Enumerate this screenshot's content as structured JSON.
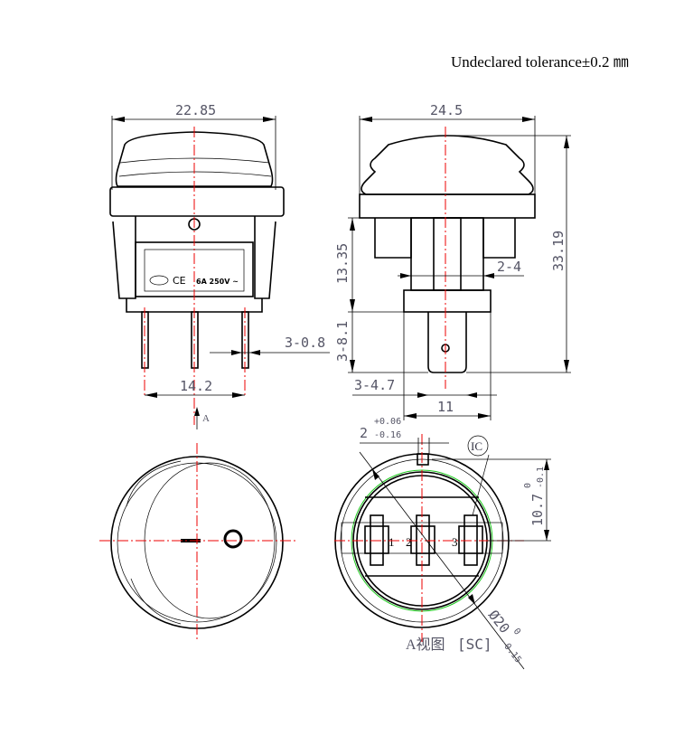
{
  "note": "Undeclared tolerance±0.2 ㎜",
  "dimensions": {
    "front_width": "22.85",
    "side_width": "24.5",
    "total_height": "33.19",
    "body_height": "13.35",
    "bracket": "2-4",
    "pin_thickness": "3-0.8",
    "pin_length": "3-8.1",
    "pin_width": "3-4.7",
    "pin_span_side": "11",
    "pin_pitch": "14.2",
    "key_width": "2",
    "key_tol_upper": "+0.06",
    "key_tol_lower": "-0.16",
    "key_depth": "10.7",
    "key_depth_tol_upper": "0",
    "key_depth_tol_lower": "-0.1",
    "diameter": "Ø20",
    "diameter_tol_upper": "0",
    "diameter_tol_lower": "-0.15"
  },
  "labels": {
    "view_arrow": "A",
    "view_name": "A视图",
    "sc": "[SC]",
    "ic": "IC",
    "rating": "6A 250V ~",
    "ce": "CE",
    "pin1": "1",
    "pin2": "2",
    "pin3": "3"
  }
}
